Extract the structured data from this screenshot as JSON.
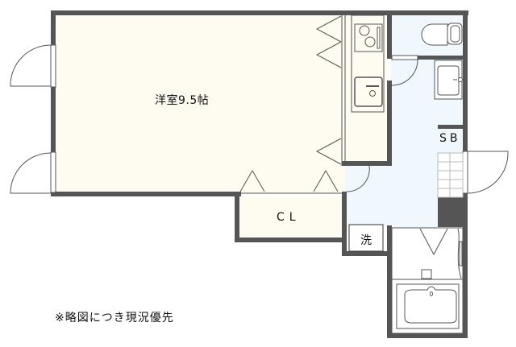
{
  "floor_plan": {
    "rooms": {
      "western_room": "洋室9.5帖",
      "closet": "CL",
      "shoe_box": "SB",
      "washer": "洗"
    },
    "fixtures": [
      "kitchen-stove",
      "kitchen-sink",
      "toilet",
      "washbasin",
      "bathtub",
      "shower"
    ],
    "note": "※略図につき現況優先"
  },
  "colors": {
    "wall": "#555555",
    "room_fill": "#fefcf0",
    "wet_area_fill": "#f0f7fd",
    "background": "#ffffff"
  }
}
